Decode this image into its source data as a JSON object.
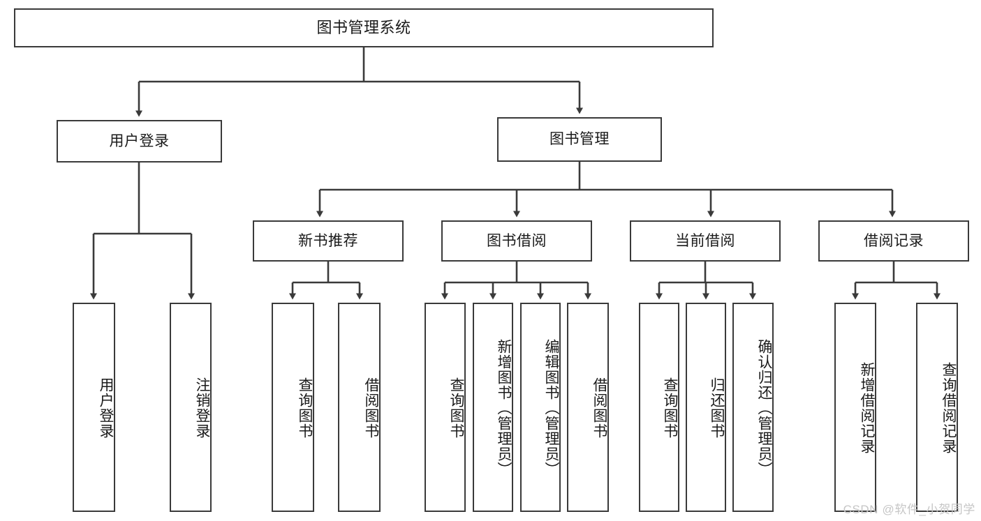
{
  "diagram": {
    "title": "图书管理系统",
    "type": "tree",
    "watermark": "CSDN @软件_小贺同学",
    "colors": {
      "stroke": "#3a3a3a",
      "box_fill": "#ffffff",
      "text": "#1a1a1a",
      "watermark": "#c6c6c6",
      "background": "#ffffff"
    },
    "root": {
      "label": "图书管理系统"
    },
    "level2": [
      {
        "label": "用户登录"
      },
      {
        "label": "图书管理"
      }
    ],
    "level3": [
      {
        "label": "新书推荐"
      },
      {
        "label": "图书借阅"
      },
      {
        "label": "当前借阅"
      },
      {
        "label": "借阅记录"
      }
    ],
    "leaves": {
      "user_login": [
        {
          "label": "用户登录"
        },
        {
          "label": "注销登录"
        }
      ],
      "new_book_recommend": [
        {
          "label": "查询图书"
        },
        {
          "label": "借阅图书"
        }
      ],
      "book_borrow": [
        {
          "label": "查询图书"
        },
        {
          "label": "新增图书（管理员）"
        },
        {
          "label": "编辑图书（管理员）"
        },
        {
          "label": "借阅图书"
        }
      ],
      "current_borrow": [
        {
          "label": "查询图书"
        },
        {
          "label": "归还图书"
        },
        {
          "label": "确认归还（管理员）"
        }
      ],
      "borrow_record": [
        {
          "label": "新增借阅记录"
        },
        {
          "label": "查询借阅记录"
        }
      ]
    }
  }
}
